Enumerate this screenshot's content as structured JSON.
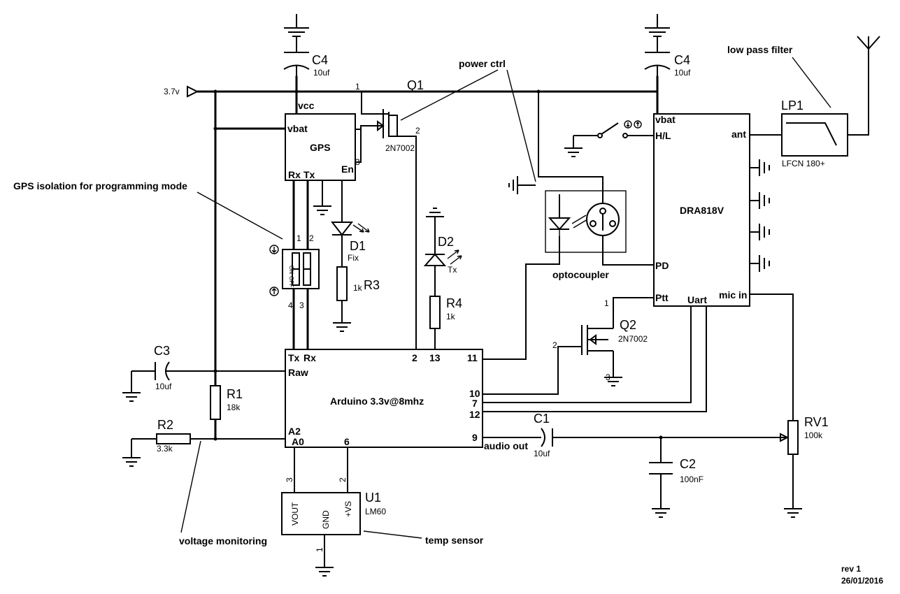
{
  "components": {
    "c4_left": {
      "ref": "C4",
      "value": "10uf"
    },
    "c4_right": {
      "ref": "C4",
      "value": "10uf"
    },
    "c3": {
      "ref": "C3",
      "value": "10uf"
    },
    "c1": {
      "ref": "C1",
      "value": "10uf"
    },
    "c2": {
      "ref": "C2",
      "value": "100nF"
    },
    "r1": {
      "ref": "R1",
      "value": "18k"
    },
    "r2": {
      "ref": "R2",
      "value": "3.3k"
    },
    "r3": {
      "ref": "R3",
      "value": "1k"
    },
    "r4": {
      "ref": "R4",
      "value": "1k"
    },
    "d1": {
      "ref": "D1",
      "value": "Fix"
    },
    "d2": {
      "ref": "D2",
      "value": "Tx"
    },
    "q1": {
      "ref": "Q1",
      "value": "2N7002"
    },
    "q2": {
      "ref": "Q2",
      "value": "2N7002"
    },
    "u1": {
      "ref": "U1",
      "value": "LM60"
    },
    "lp1": {
      "ref": "LP1",
      "value": "LFCN 180+"
    },
    "rv1": {
      "ref": "RV1",
      "value": "100k"
    }
  },
  "gps": {
    "name": "GPS",
    "pins": {
      "vcc": "vcc",
      "vbat": "vbat",
      "rx": "Rx",
      "tx": "Tx",
      "en": "En"
    },
    "en_pin_num": "3"
  },
  "arduino": {
    "name": "Arduino 3.3v@8mhz",
    "pins": {
      "tx": "Tx",
      "rx": "Rx",
      "raw": "Raw",
      "a2": "A2",
      "a0": "A0",
      "p6": "6",
      "p2": "2",
      "p13": "13",
      "p11": "11",
      "p10": "10",
      "p7": "7",
      "p12": "12",
      "p9": "9"
    }
  },
  "dra": {
    "name": "DRA818V",
    "pins": {
      "vbat": "vbat",
      "hl": "H/L",
      "ant": "ant",
      "pd": "PD",
      "ptt": "Ptt",
      "uart": "Uart",
      "mic": "mic in"
    }
  },
  "lm60_pins": {
    "vout": "VOUT",
    "gnd": "GND",
    "vs": "+VS",
    "n3": "3",
    "n2": "2",
    "n1": "1"
  },
  "switch_pins": {
    "p1": "1",
    "p2": "2",
    "p3": "3",
    "p4": "4",
    "on": "ON",
    "off": "OFF"
  },
  "pin_numbers": {
    "q1_1": "1",
    "q1_2": "2",
    "q2_1": "1",
    "q2_2": "2",
    "q2_3": "3"
  },
  "net_labels": {
    "supply": "3.7v",
    "audio_out": "audio out"
  },
  "annotations": {
    "power_ctrl": "power ctrl",
    "low_pass": "low pass filter",
    "gps_isolation": "GPS isolation for programming mode",
    "optocoupler": "optocoupler",
    "voltage_mon": "voltage monitoring",
    "temp_sensor": "temp sensor"
  },
  "revision": {
    "rev": "rev 1",
    "date": "26/01/2016"
  }
}
